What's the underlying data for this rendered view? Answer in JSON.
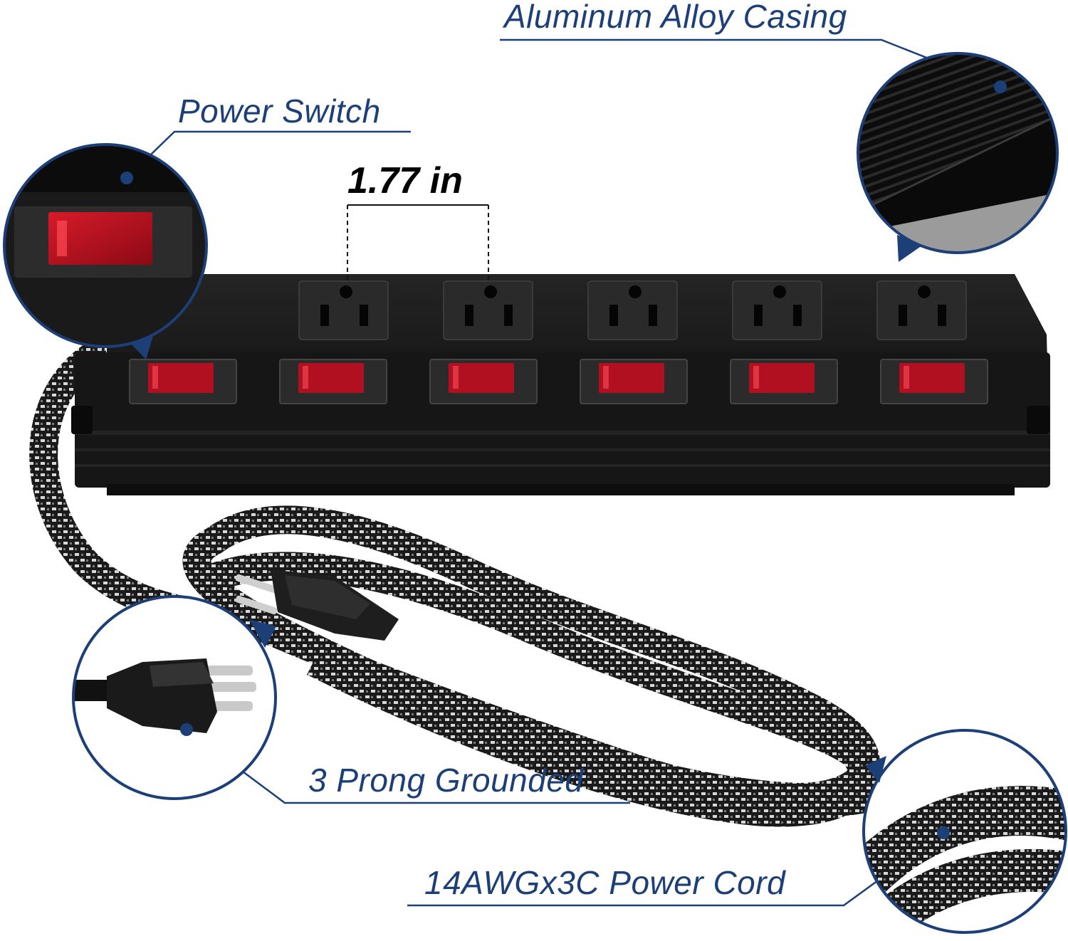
{
  "callouts": {
    "aluminum_casing": "Aluminum Alloy Casing",
    "power_switch": "Power Switch",
    "prong": "3 Prong Grounded",
    "power_cord": "14AWGx3C Power Cord"
  },
  "dimension": {
    "socket_spacing": "1.77 in"
  },
  "product": {
    "outlet_count": 5,
    "switch_count": 6
  },
  "colors": {
    "callout_blue": "#1c3f78",
    "housing_black": "#141414",
    "switch_red": "#b01020"
  }
}
